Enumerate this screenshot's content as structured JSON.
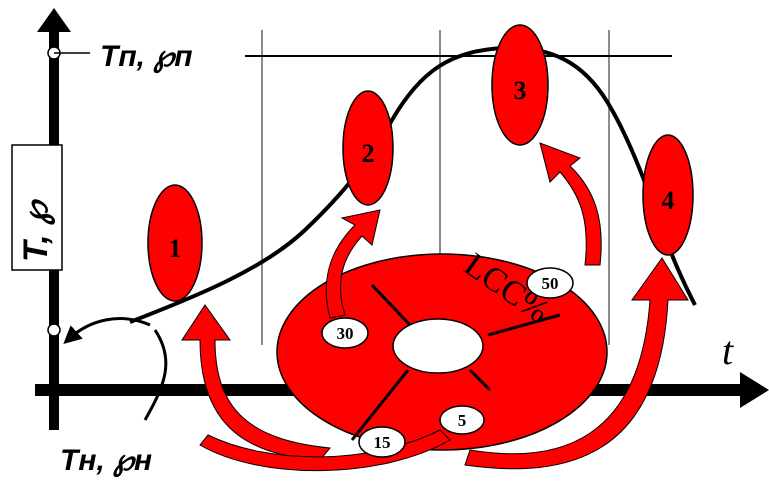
{
  "diagram": {
    "y_axis_label": "T, ℘",
    "x_axis_label": "t",
    "top_level_label": "Tп, ℘п",
    "initial_level_label": "Tн, ℘н",
    "ring_label": "LCC%",
    "stages": [
      "1",
      "2",
      "3",
      "4"
    ],
    "ring_segments": [
      "30",
      "50",
      "15",
      "5"
    ],
    "colors": {
      "red": "#ff0000",
      "black": "#000000",
      "gray_line": "#7a7a7a"
    }
  }
}
